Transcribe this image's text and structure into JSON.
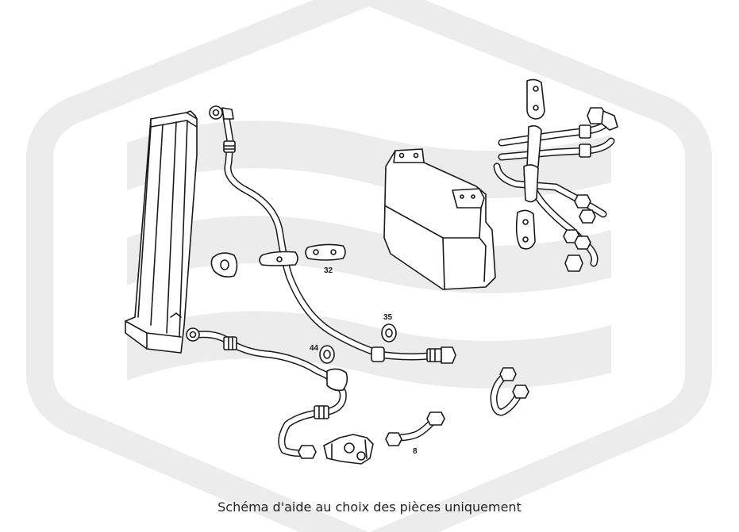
{
  "caption": "Schéma d'aide au choix des pièces uniquement",
  "callouts": {
    "p32": "32",
    "p35": "35",
    "p44": "44",
    "p8": "8"
  },
  "colors": {
    "line": "#1a1a1a",
    "watermark": "#ececec",
    "background": "#ffffff"
  },
  "watermark_icon": "hexagon-waves-logo"
}
